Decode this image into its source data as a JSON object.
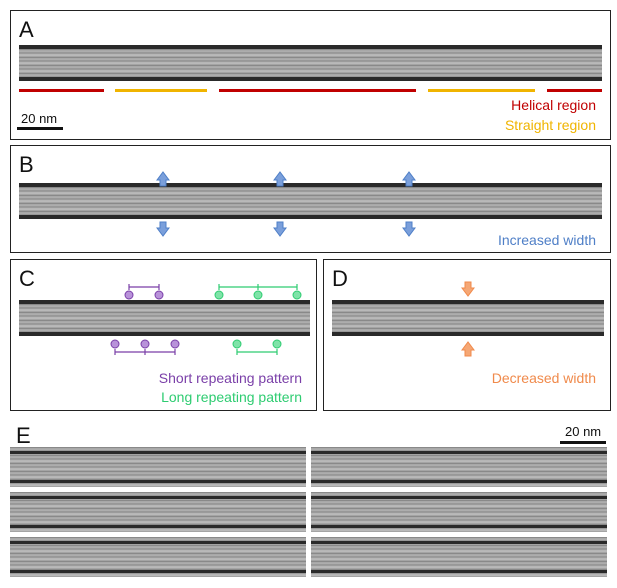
{
  "panels": {
    "a": {
      "label": "A",
      "legend_helical": "Helical region",
      "legend_straight": "Straight region",
      "scale": "20 nm"
    },
    "b": {
      "label": "B",
      "legend": "Increased width"
    },
    "c": {
      "label": "C",
      "legend_short": "Short repeating pattern",
      "legend_long": "Long repeating pattern"
    },
    "d": {
      "label": "D",
      "legend": "Decreased width"
    },
    "e": {
      "label": "E",
      "scale": "20 nm"
    }
  },
  "colors": {
    "helical": "#c00000",
    "straight": "#f0b400",
    "increased": "#4f7fc7",
    "purple": "#7a3fa8",
    "green": "#2ecc71",
    "decreased": "#f08a4b"
  }
}
